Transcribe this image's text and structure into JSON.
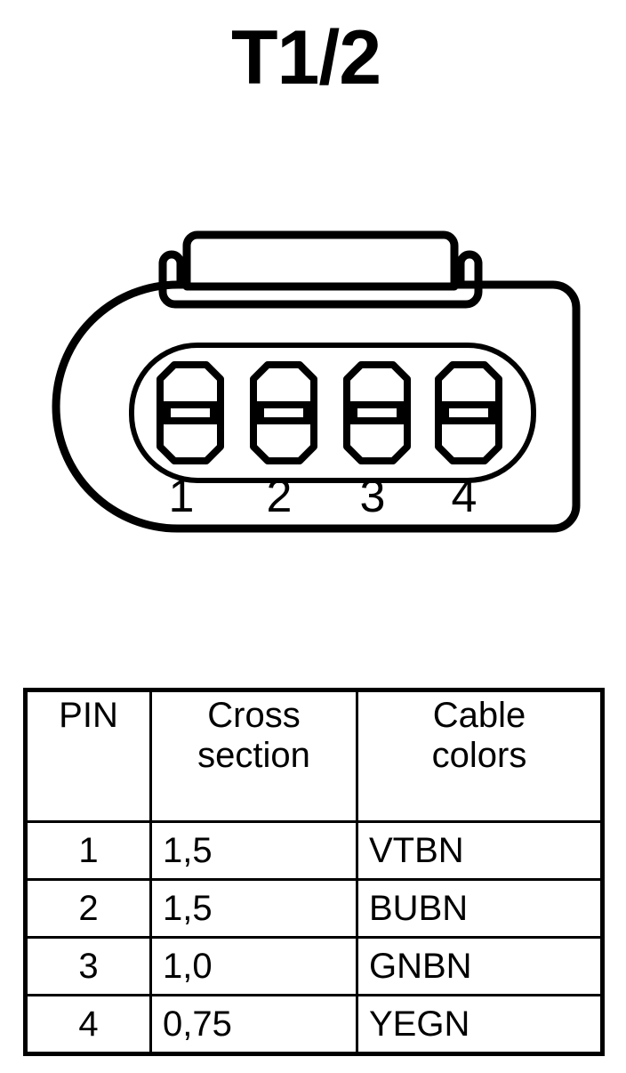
{
  "title": "T1/2",
  "connector": {
    "name": "4-way automotive connector",
    "pin_count": 4,
    "pin_labels": [
      "1",
      "2",
      "3",
      "4"
    ],
    "latch": "top-mounted retaining clip",
    "stroke_color": "#000000",
    "fill_color": "#ffffff"
  },
  "table": {
    "headers": [
      {
        "line1": "PIN",
        "line2": ""
      },
      {
        "line1": "Cross",
        "line2": "section"
      },
      {
        "line1": "Cable",
        "line2": "colors"
      }
    ],
    "rows": [
      {
        "pin": "1",
        "cross_section": "1,5",
        "cable_colors": "VTBN"
      },
      {
        "pin": "2",
        "cross_section": "1,5",
        "cable_colors": "BUBN"
      },
      {
        "pin": "3",
        "cross_section": "1,0",
        "cable_colors": "GNBN"
      },
      {
        "pin": "4",
        "cross_section": "0,75",
        "cable_colors": "YEGN"
      }
    ]
  }
}
